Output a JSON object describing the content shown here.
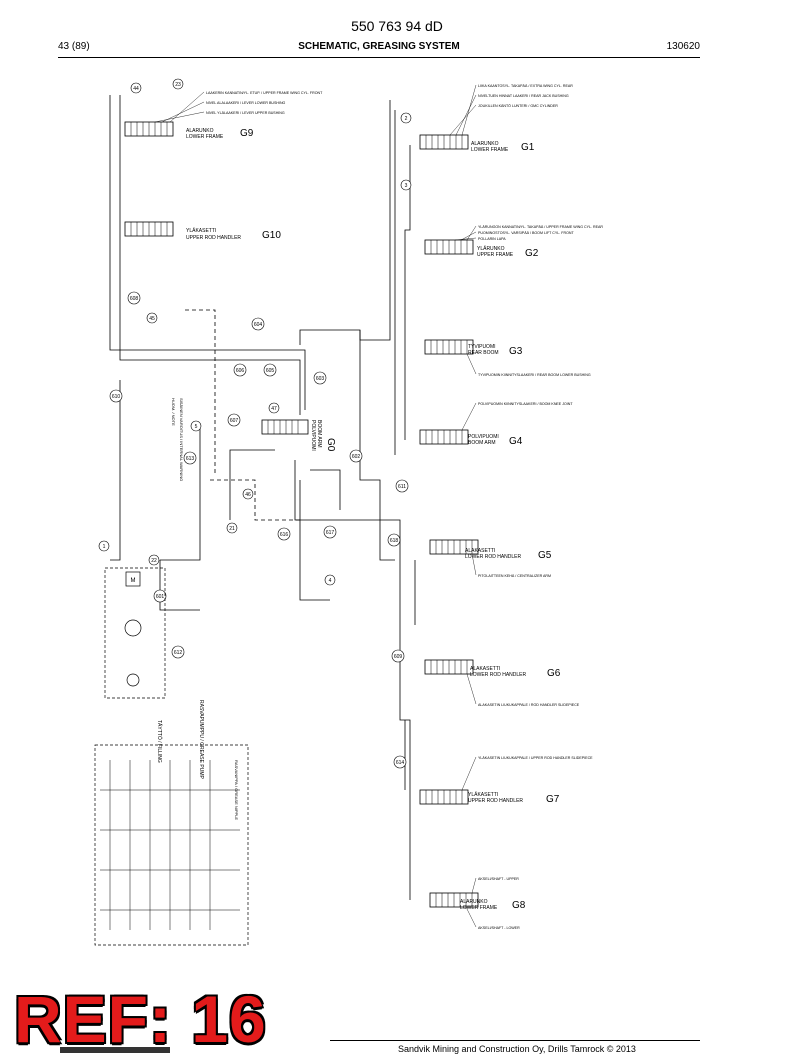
{
  "header": {
    "doc_number": "550 763 94 dD",
    "page": "43 (89)",
    "title": "SCHEMATIC, GREASING SYSTEM",
    "date": "130620"
  },
  "blocks": [
    {
      "code": "G9",
      "name_fi": "ALARUNKO",
      "name_en": "LOWER FRAME"
    },
    {
      "code": "G10",
      "name_fi": "YLÄKASETTI",
      "name_en": "UPPER ROD HANDLER"
    },
    {
      "code": "G1",
      "name_fi": "ALARUNKO",
      "name_en": "LOWER FRAME"
    },
    {
      "code": "G2",
      "name_fi": "YLÄRUNKO",
      "name_en": "UPPER FRAME"
    },
    {
      "code": "G3",
      "name_fi": "TYVIPUOMI",
      "name_en": "REAR BOOM"
    },
    {
      "code": "G4",
      "name_fi": "POLVIPUOMI",
      "name_en": "BOOM ARM"
    },
    {
      "code": "G5",
      "name_fi": "ALAKASETTI",
      "name_en": "LOWER ROD HANDLER"
    },
    {
      "code": "G6",
      "name_fi": "ALAKASETTI",
      "name_en": "LOWER ROD HANDLER"
    },
    {
      "code": "G7",
      "name_fi": "YLÄKASETTI",
      "name_en": "UPPER ROD HANDLER"
    },
    {
      "code": "G8",
      "name_fi": "ALARUNKO",
      "name_en": "LOWER FRAME"
    },
    {
      "code": "G0",
      "name_fi": "POLVIPUOMI",
      "name_en": "BOOM ARM"
    }
  ],
  "circle_labels": [
    "1",
    "2",
    "3",
    "4",
    "5",
    "21",
    "22",
    "23",
    "44",
    "45",
    "46",
    "47",
    "601",
    "602",
    "603",
    "604",
    "605",
    "606",
    "607",
    "608",
    "609",
    "610",
    "611",
    "612",
    "613",
    "614",
    "616",
    "617",
    "618"
  ],
  "grease_labels": {
    "g9": [
      "LAAKERIN KANNATIN/YL. ETUP. / UPPER FRAME WING CYL. FRONT",
      "NIVEL ALALAAKERI / LEVER LOWER BUSHING",
      "NIVEL YLÄLAAKERI / LEVER UPPER BUSHING"
    ],
    "g1": [
      "LIIKA KAANTOSYL. TAKAPÄÄ / EXTRA WING CYL. REAR",
      "NIVELTUEN HINNAT LAAKERI / REAR JACK BUSHING",
      "JOUKILLEN KÄNTÖ LUNTERI / GMC CYLINDER"
    ],
    "g2": [
      "YLÄRUNGON KANNATIN/YL. TAKAPÄÄ / UPPER FRAME WING CYL. REAR",
      "PUOMINOSTOSYL. VARSIPÄÄ / BOOM LIFT CYL. FRONT",
      "POLLARIN LAPA"
    ],
    "g3": [
      "TYVIPUOMIN KIINNITYSLAAKERI / REAR BOOM LOWER BUSHING"
    ],
    "g4": [
      "POLVIPUOMIN KIINNITYSLAAKERI / BOOM KNEE JOINT"
    ],
    "g5": [
      "PITOLAITTEEN KEHÄ / CENTRALIZER ARM"
    ],
    "g6": [
      "ALAKASETIN LIUKUKAPPALE / ROD HANDLER SLIDEPIECE"
    ],
    "g7": [
      "YLÄKASETIN LIUKUKAPPALE / UPPER ROD HANDLER SLIDEPIECE"
    ],
    "g8": [
      "AKSELI/SHAFT - UPPER",
      "AKSELI/SHAFT - LOWER"
    ]
  },
  "notes": {
    "pump_box": "RASVAPUMPPU / GREASE PUMP",
    "filling": "TÄYTTÖ / FILLING",
    "warning_lines": [
      "HUOM. / NOTE",
      "SISÄINEN VAROITUS / INTERNAL WARNING"
    ],
    "legend_title": "RASVANIPPA / GREASE NIPPLE"
  },
  "stamp": "REF: 16",
  "footer": "Sandvik Mining and Construction Oy, Drills Tamrock © 2013"
}
